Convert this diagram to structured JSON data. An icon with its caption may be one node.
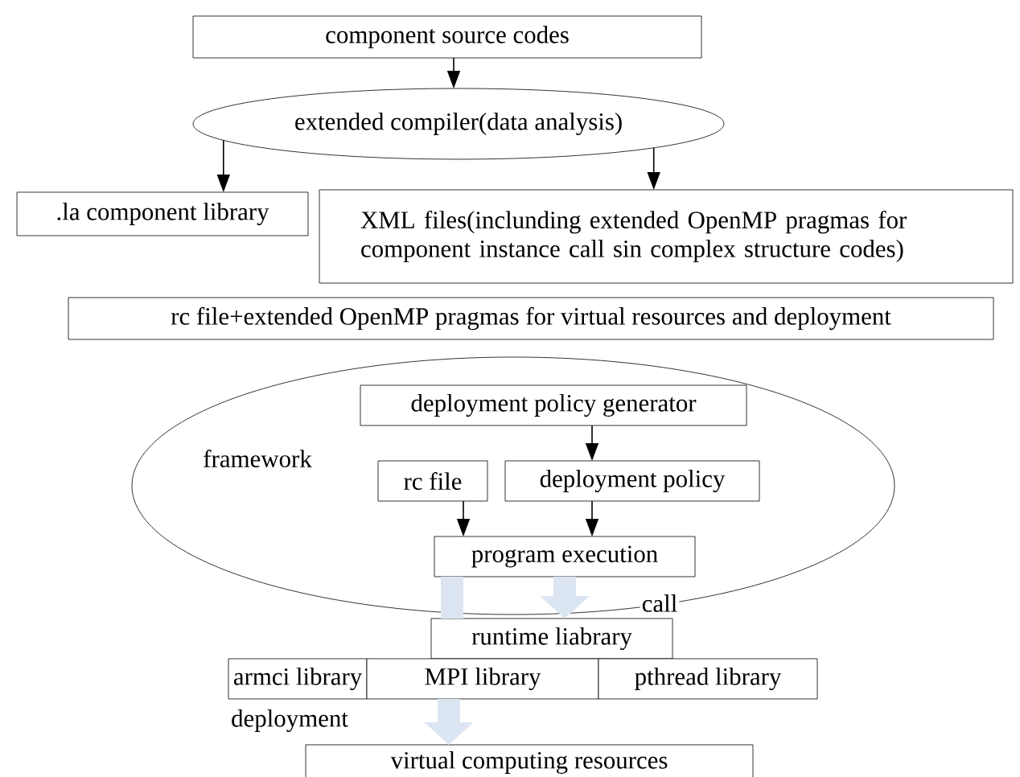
{
  "diagram": {
    "nodes": [
      {
        "text": [
          "component source codes"
        ]
      },
      {
        "text": [
          "extended compiler(data analysis)"
        ]
      },
      {
        "text": [
          ".la component library"
        ]
      },
      {
        "text": [
          "XML files(inclunding extended OpenMP pragmas for component instance call sin complex structure codes)"
        ]
      },
      {
        "text": [
          "rc file+extended OpenMP pragmas for virtual resources and deployment"
        ]
      },
      {
        "text": [
          "framework"
        ]
      },
      {
        "text": [
          "deployment policy generator"
        ],
        "in": 5
      },
      {
        "text": [
          "rc file"
        ],
        "in": 5
      },
      {
        "text": [
          "deployment policy"
        ],
        "in": 5
      },
      {
        "text": [
          "program execution"
        ],
        "in": 5
      },
      {
        "text": [
          "runtime liabrary"
        ]
      },
      {
        "text": [
          "armci library"
        ]
      },
      {
        "text": [
          "MPI library"
        ]
      },
      {
        "text": [
          "pthread library"
        ]
      },
      {
        "text": [
          "virtual computing resources"
        ]
      }
    ],
    "edges": [
      {
        "from": 0,
        "to": 1,
        "arrow": "to"
      },
      {
        "from": 1,
        "to": 2,
        "arrow": "to"
      },
      {
        "from": 1,
        "to": 3,
        "arrow": "to"
      },
      {
        "from": 6,
        "to": 8,
        "arrow": "to"
      },
      {
        "from": 7,
        "to": 9,
        "arrow": "to"
      },
      {
        "from": 8,
        "to": 9,
        "arrow": "to"
      },
      {
        "from": 9,
        "to": 10,
        "arrow": "none",
        "style": "thick",
        "color": "#dce6f2"
      },
      {
        "from": 9,
        "to": 10,
        "arrow": "to",
        "label": "call",
        "style": "thick",
        "color": "#dce6f2"
      },
      {
        "from": 12,
        "to": 14,
        "arrow": "to",
        "label": "deployment",
        "style": "thick",
        "color": "#dce6f2"
      }
    ]
  }
}
